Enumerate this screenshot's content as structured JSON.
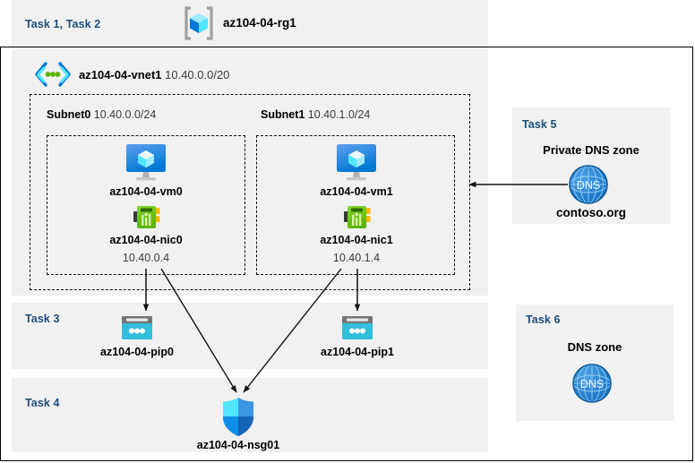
{
  "diagram": {
    "title": "Azure AZ-104 Module 04 lab resource diagram",
    "accent_task_color": "#1f4e79",
    "panel_bg": "#f1f1f1",
    "page_bg": "#ffffff"
  },
  "resource_group": {
    "task_label": "Task 1, Task 2",
    "icon": "resource-group-icon",
    "name": "az104-04-rg1"
  },
  "vnet": {
    "icon": "virtual-network-icon",
    "name": "az104-04-vnet1",
    "address_space": "10.40.0.0/20"
  },
  "subnets": [
    {
      "name": "Subnet0",
      "prefix": "10.40.0.0/24",
      "vm": {
        "icon": "virtual-machine-icon",
        "name": "az104-04-vm0"
      },
      "nic": {
        "icon": "network-interface-icon",
        "name": "az104-04-nic0",
        "ip": "10.40.0.4"
      }
    },
    {
      "name": "Subnet1",
      "prefix": "10.40.1.0/24",
      "vm": {
        "icon": "virtual-machine-icon",
        "name": "az104-04-vm1"
      },
      "nic": {
        "icon": "network-interface-icon",
        "name": "az104-04-nic1",
        "ip": "10.40.1.4"
      }
    }
  ],
  "public_ips": {
    "task_label": "Task 3",
    "items": [
      {
        "icon": "public-ip-address-icon",
        "name": "az104-04-pip0"
      },
      {
        "icon": "public-ip-address-icon",
        "name": "az104-04-pip1"
      }
    ]
  },
  "nsg": {
    "task_label": "Task 4",
    "icon": "network-security-group-icon",
    "name": "az104-04-nsg01"
  },
  "private_dns": {
    "task_label": "Task 5",
    "title": "Private DNS zone",
    "icon": "dns-zone-icon",
    "icon_text": "DNS",
    "name": "contoso.org"
  },
  "public_dns": {
    "task_label": "Task 6",
    "title": "DNS zone",
    "icon": "dns-zone-icon",
    "icon_text": "DNS"
  }
}
